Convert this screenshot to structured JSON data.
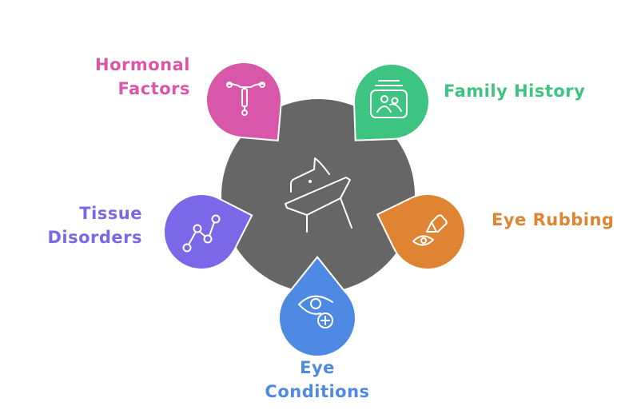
{
  "center": {
    "icon": "school-desk-icon",
    "color": "#666666"
  },
  "factors": [
    {
      "id": "hormonal",
      "lines": [
        "Hormonal",
        "Factors"
      ],
      "color": "#D957A8",
      "icon": "iud-icon"
    },
    {
      "id": "family",
      "lines": [
        "Family History"
      ],
      "color": "#3EC481",
      "icon": "family-photo-icon"
    },
    {
      "id": "rubbing",
      "lines": [
        "Eye Rubbing"
      ],
      "color": "#DE8432",
      "icon": "eye-drops-icon"
    },
    {
      "id": "tissue",
      "lines": [
        "Tissue",
        "Disorders"
      ],
      "color": "#7B68E8",
      "icon": "line-graph-icon"
    },
    {
      "id": "conditions",
      "lines": [
        "Eye",
        "Conditions"
      ],
      "color": "#4E89E4",
      "icon": "eye-plus-icon"
    }
  ]
}
